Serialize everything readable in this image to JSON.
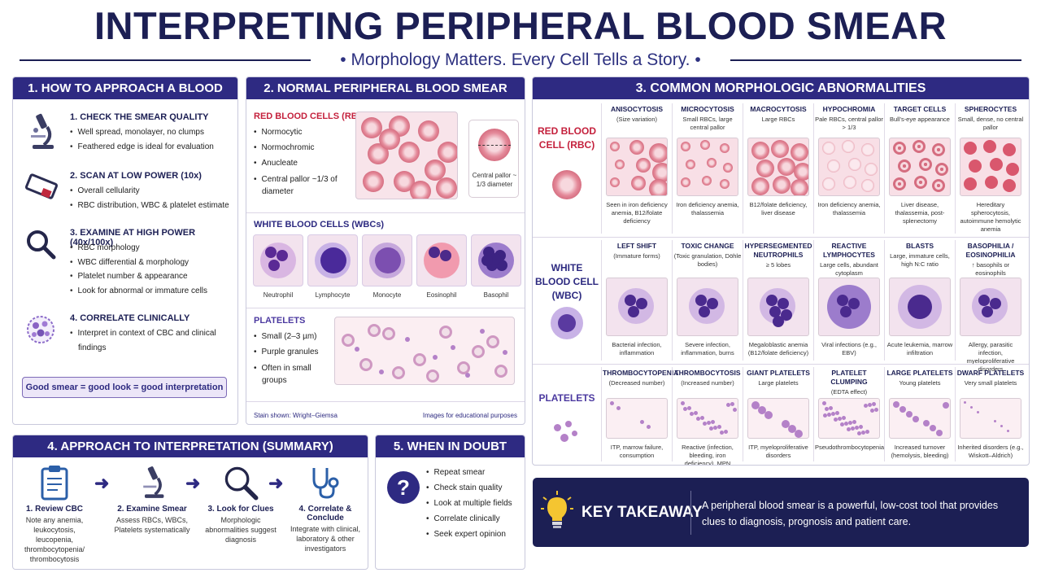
{
  "header": {
    "title": "INTERPRETING PERIPHERAL BLOOD SMEAR",
    "subtitle": "• Morphology Matters.  Every Cell Tells a Story. •"
  },
  "section1": {
    "title": "1.  HOW TO APPROACH A BLOOD SMEAR",
    "steps": [
      {
        "title": "1. CHECK THE SMEAR QUALITY",
        "icon": "microscope-icon",
        "bullets": [
          "Well spread, monolayer, no clumps",
          "Feathered edge is ideal for evaluation"
        ]
      },
      {
        "title": "2. SCAN AT LOW POWER (10x)",
        "icon": "slide-icon",
        "bullets": [
          "Overall cellularity",
          "RBC distribution, WBC & platelet estimate"
        ]
      },
      {
        "title": "3. EXAMINE AT HIGH POWER (40x/100x)",
        "icon": "magnifier-icon",
        "bullets": [
          "RBC morphology",
          "WBC differential & morphology",
          "Platelet number & appearance",
          "Look for abnormal or immature cells"
        ]
      },
      {
        "title": "4. CORRELATE CLINICALLY",
        "icon": "cells-cluster-icon",
        "bullets": [
          "Interpret in context of CBC and clinical findings"
        ]
      }
    ],
    "badge": "Good smear = good look = good interpretation"
  },
  "section2": {
    "title": "2. NORMAL PERIPHERAL BLOOD SMEAR",
    "rbc": {
      "label": "RED BLOOD CELLS (RBCs)",
      "bullets": [
        "Normocytic",
        "Normochromic",
        "Anucleate",
        "Central pallor ~1/3 of diameter"
      ],
      "inset_caption": "Central pallor ~ 1/3 diameter"
    },
    "wbc": {
      "label": "WHITE BLOOD CELLS (WBCs)",
      "cells": [
        "Neutrophil",
        "Lymphocyte",
        "Monocyte",
        "Eosinophil",
        "Basophil"
      ]
    },
    "platelets": {
      "label": "PLATELETS",
      "bullets": [
        "Small (2–3 µm)",
        "Purple granules",
        "Often in small groups"
      ]
    },
    "footer_left": "Stain shown: Wright–Giemsa",
    "footer_right": "Images for educational purposes"
  },
  "section3": {
    "title": "3. COMMON MORPHOLOGIC ABNORMALITIES",
    "rows": [
      {
        "label": "RED BLOOD CELL (RBC)",
        "color": "#c4203c",
        "items": [
          {
            "name": "ANISOCYTOSIS",
            "sub": "(Size variation)",
            "cap": "Seen in iron deficiency anemia, B12/folate deficiency"
          },
          {
            "name": "MICROCYTOSIS",
            "sub": "Small RBCs, large central pallor",
            "cap": "Iron deficiency anemia, thalassemia"
          },
          {
            "name": "MACROCYTOSIS",
            "sub": "Large RBCs",
            "cap": "B12/folate deficiency, liver disease"
          },
          {
            "name": "HYPOCHROMIA",
            "sub": "Pale RBCs, central pallor > 1/3",
            "cap": "Iron deficiency anemia, thalassemia"
          },
          {
            "name": "TARGET CELLS",
            "sub": "Bull's-eye appearance",
            "cap": "Liver disease, thalassemia, post-splenectomy"
          },
          {
            "name": "SPHEROCYTES",
            "sub": "Small, dense, no central pallor",
            "cap": "Hereditary spherocytosis, autoimmune hemolytic anemia"
          }
        ]
      },
      {
        "label": "WHITE BLOOD CELL (WBC)",
        "color": "#2d2a80",
        "items": [
          {
            "name": "LEFT SHIFT",
            "sub": "(Immature forms)",
            "cap": "Bacterial infection, inflammation"
          },
          {
            "name": "TOXIC CHANGE",
            "sub": "(Toxic granulation, Döhle bodies)",
            "cap": "Severe infection, inflammation, burns"
          },
          {
            "name": "HYPERSEGMENTED NEUTROPHILS",
            "sub": "≥ 5 lobes",
            "cap": "Megaloblastic anemia (B12/folate deficiency)"
          },
          {
            "name": "REACTIVE LYMPHOCYTES",
            "sub": "Large cells, abundant cytoplasm",
            "cap": "Viral infections (e.g., EBV)"
          },
          {
            "name": "BLASTS",
            "sub": "Large, immature cells, high N:C ratio",
            "cap": "Acute leukemia, marrow infiltration"
          },
          {
            "name": "BASOPHILIA / EOSINOPHILIA",
            "sub": "↑ basophils or eosinophils",
            "cap": "Allergy, parasitic infection, myeloproliferative disorders"
          }
        ]
      },
      {
        "label": "PLATELETS",
        "color": "#4c3aa0",
        "items": [
          {
            "name": "THROMBOCYTOPENIA",
            "sub": "(Decreased number)",
            "cap": "ITP, marrow failure, consumption"
          },
          {
            "name": "THROMBOCYTOSIS",
            "sub": "(Increased number)",
            "cap": "Reactive (infection, bleeding, iron deficiency), MPN"
          },
          {
            "name": "GIANT PLATELETS",
            "sub": "Large platelets",
            "cap": "ITP, myeloproliferative disorders"
          },
          {
            "name": "PLATELET CLUMPING",
            "sub": "(EDTA effect)",
            "cap": "Pseudothrombocytopenia"
          },
          {
            "name": "LARGE PLATELETS",
            "sub": "Young platelets",
            "cap": "Increased turnover (hemolysis, bleeding)"
          },
          {
            "name": "DWARF PLATELETS",
            "sub": "Very small platelets",
            "cap": "Inherited disorders (e.g., Wiskott–Aldrich)"
          }
        ]
      }
    ]
  },
  "section4": {
    "title": "4. APPROACH TO INTERPRETATION (SUMMARY)",
    "steps": [
      {
        "title": "1. Review CBC",
        "desc": "Note any anemia, leukocytosis, leucopenia, thrombocytopenia/ thrombocytosis"
      },
      {
        "title": "2. Examine Smear",
        "desc": "Assess RBCs, WBCs, Platelets systematically"
      },
      {
        "title": "3. Look for Clues",
        "desc": "Morphologic abnormalities suggest diagnosis"
      },
      {
        "title": "4. Correlate & Conclude",
        "desc": "Integrate with clinical, laboratory & other investigators"
      }
    ]
  },
  "section5": {
    "title": "5. WHEN IN DOUBT",
    "icon_glyph": "?",
    "bullets": [
      "Repeat smear",
      "Check stain quality",
      "Look at multiple fields",
      "Correlate clinically",
      "Seek expert opinion"
    ]
  },
  "takeaway": {
    "label": "KEY TAKEAWAY",
    "text": "A peripheral blood smear is a powerful, low-cost tool that provides clues to diagnosis, prognosis and patient care."
  },
  "colors": {
    "navy": "#1c1f54",
    "header_purple": "#2e2a82",
    "rbc_red": "#c4203c",
    "accent_yellow": "#f4c531"
  }
}
